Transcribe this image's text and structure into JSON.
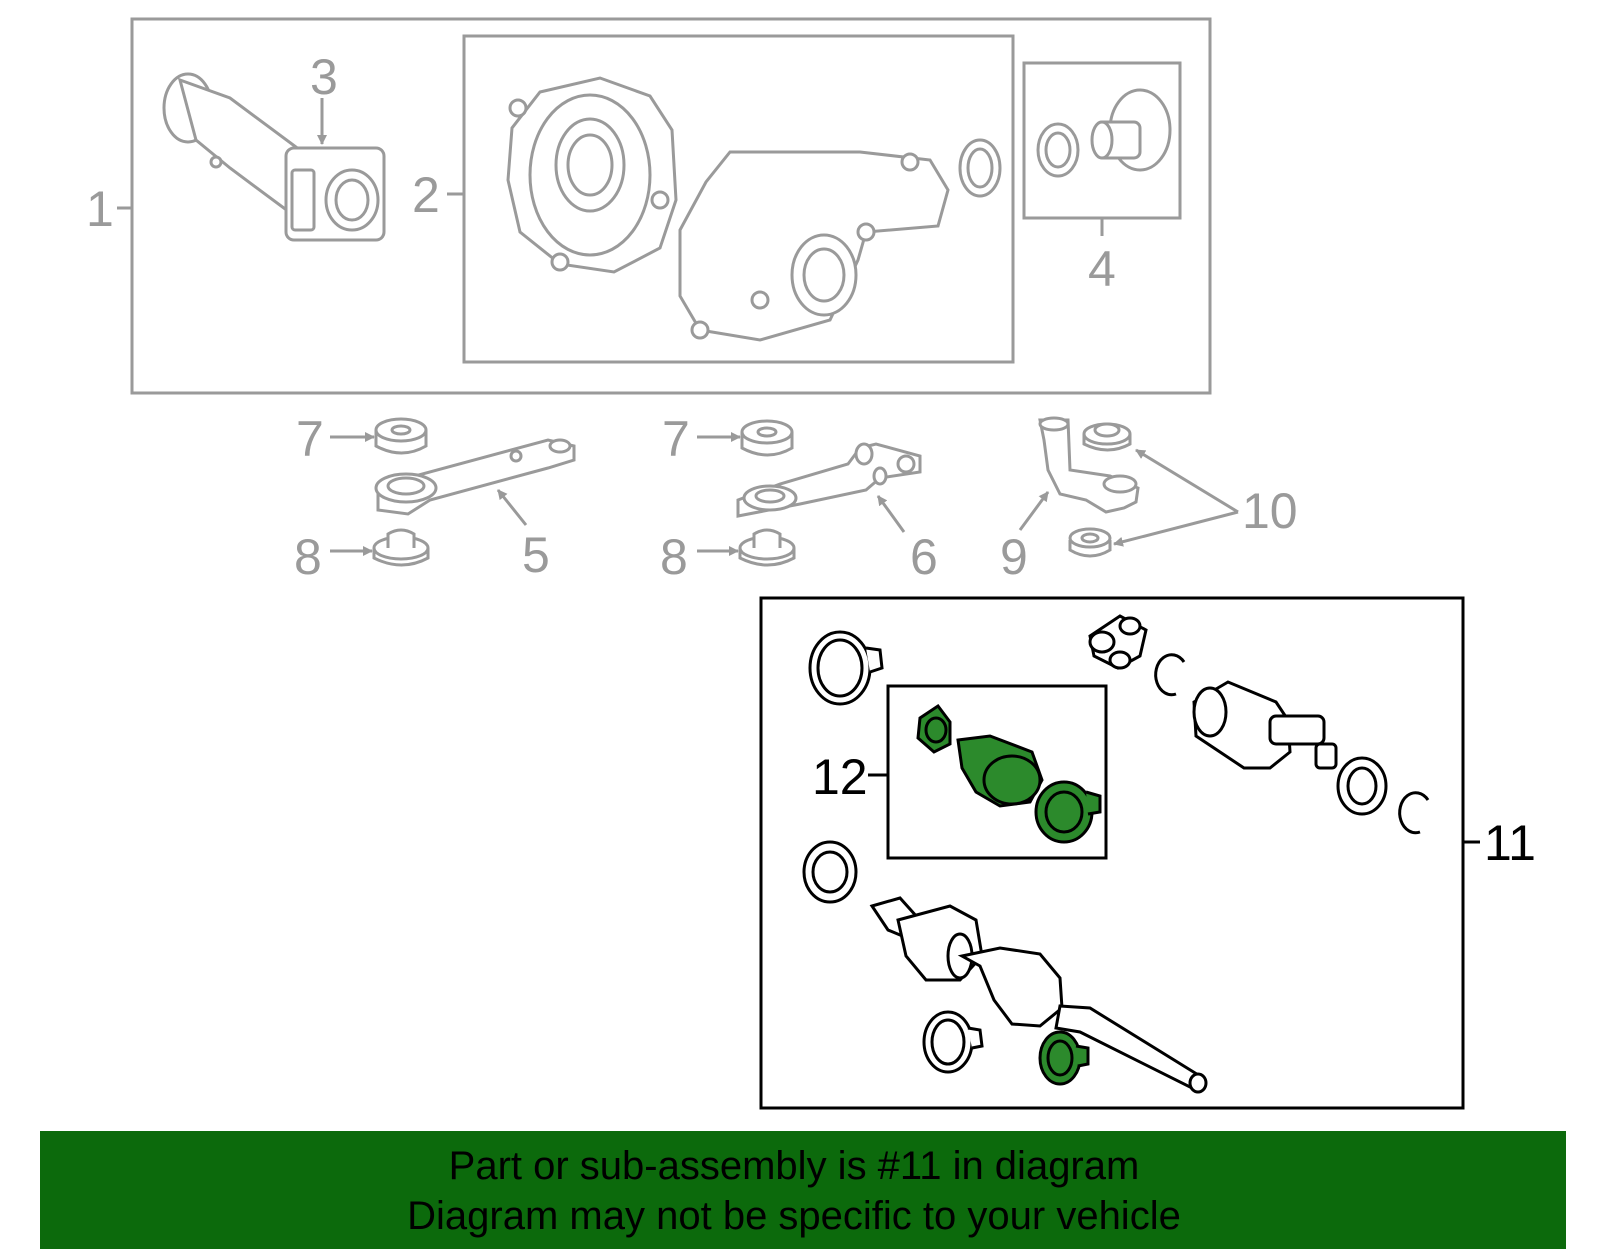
{
  "callouts": {
    "c1": "1",
    "c2": "2",
    "c3": "3",
    "c4": "4",
    "c5": "5",
    "c6": "6",
    "c7a": "7",
    "c7b": "7",
    "c8a": "8",
    "c8b": "8",
    "c9": "9",
    "c10": "10",
    "c11": "11",
    "c12": "12"
  },
  "highlight": {
    "part_number": "11",
    "highlight_color": "#0c6a0c",
    "subassembly_color": "#2c8a2c"
  },
  "banner": {
    "line1": "Part or sub-assembly is #11 in diagram",
    "line2": "Diagram may not be specific to your vehicle"
  }
}
